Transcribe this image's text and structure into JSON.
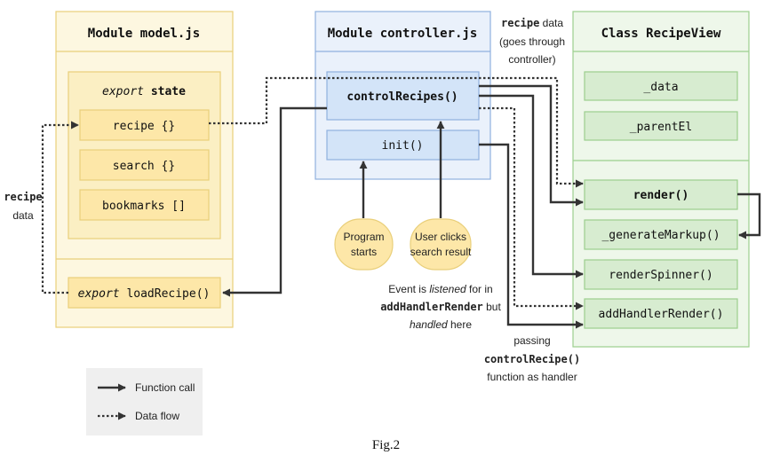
{
  "model": {
    "title": "Module model.js",
    "state_prefix": "export",
    "state_name": "state",
    "items": [
      "recipe {}",
      "search {}",
      "bookmarks []"
    ],
    "load_prefix": "export",
    "load_name": "loadRecipe()"
  },
  "controller": {
    "title": "Module controller.js",
    "items": [
      "controlRecipes()",
      "init()"
    ]
  },
  "view": {
    "title": "Class RecipeView",
    "props": [
      "_data",
      "_parentEl"
    ],
    "methods": [
      "render()",
      "_generateMarkup()",
      "renderSpinner()",
      "addHandlerRender()"
    ]
  },
  "triggers": {
    "program": [
      "Program",
      "starts"
    ],
    "user": [
      "User clicks",
      "search result"
    ]
  },
  "labels": {
    "recipe_data_top": {
      "bold": "recipe",
      "line1_rest": " data",
      "line2": "(goes through",
      "line3": "controller)"
    },
    "recipe_data_left": {
      "line1": "recipe",
      "line2": "data"
    },
    "event_note": {
      "l1_a": "Event is ",
      "l1_em": "listened",
      "l1_b": " for in",
      "l2_bold": "addHandlerRender",
      "l2_rest": " but",
      "l3_em": "handled",
      "l3_rest": " here"
    },
    "passing_note": {
      "line1": "passing",
      "line2": "controlRecipe()",
      "line3": "function as handler"
    }
  },
  "legend": {
    "function_call": "Function call",
    "data_flow": "Data flow"
  },
  "caption": "Fig.2",
  "colors": {
    "yellow_fill": "#fdf7e0",
    "yellow_inner": "#fbefc3",
    "yellow_item": "#fde7a8",
    "yellow_border": "#e9cf7a",
    "blue_fill": "#eaf1fb",
    "blue_item": "#d3e4f8",
    "blue_border": "#8fb1de",
    "green_fill": "#eef7ea",
    "green_item": "#d7ecd0",
    "green_border": "#9ccf8e",
    "arrow": "#333333"
  }
}
